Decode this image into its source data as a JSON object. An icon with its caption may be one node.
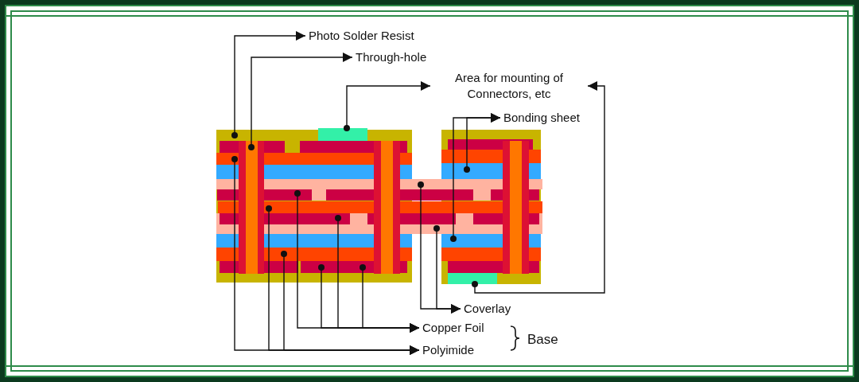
{
  "diagram": {
    "nodes": [
      {
        "text": [
          "Photo Solder Resist"
        ]
      },
      {
        "text": [
          "Through-hole"
        ]
      },
      {
        "text": [
          "Area for mounting of Connectors, etc"
        ]
      },
      {
        "text": [
          "Bonding sheet"
        ]
      },
      {
        "text": [
          "Coverlay"
        ]
      },
      {
        "text": [
          "Copper Foil"
        ]
      },
      {
        "text": [
          "Polyimide"
        ]
      },
      {
        "text": [],
        "shape": "bar"
      },
      {
        "text": [],
        "shape": "bar"
      }
    ],
    "edges": [
      {
        "from": null,
        "to": 0,
        "arrow": "to"
      },
      {
        "from": null,
        "to": 1,
        "arrow": "to"
      },
      {
        "from": 7,
        "to": 2,
        "arrow": "to"
      },
      {
        "from": 8,
        "to": 2,
        "arrow": "to"
      },
      {
        "from": null,
        "to": 3,
        "arrow": "to"
      },
      {
        "from": null,
        "to": 3,
        "arrow": "to"
      },
      {
        "from": null,
        "to": 4,
        "arrow": "to"
      },
      {
        "from": null,
        "to": 4,
        "arrow": "to"
      },
      {
        "from": null,
        "to": 5,
        "arrow": "to"
      },
      {
        "from": null,
        "to": 5,
        "arrow": "to"
      },
      {
        "from": null,
        "to": 5,
        "arrow": "to"
      },
      {
        "from": null,
        "to": 5,
        "arrow": "to"
      },
      {
        "from": null,
        "to": 6,
        "arrow": "to"
      },
      {
        "from": null,
        "to": 6,
        "arrow": "to"
      },
      {
        "from": null,
        "to": 6,
        "arrow": "to"
      }
    ],
    "labels": [
      "Base"
    ]
  }
}
